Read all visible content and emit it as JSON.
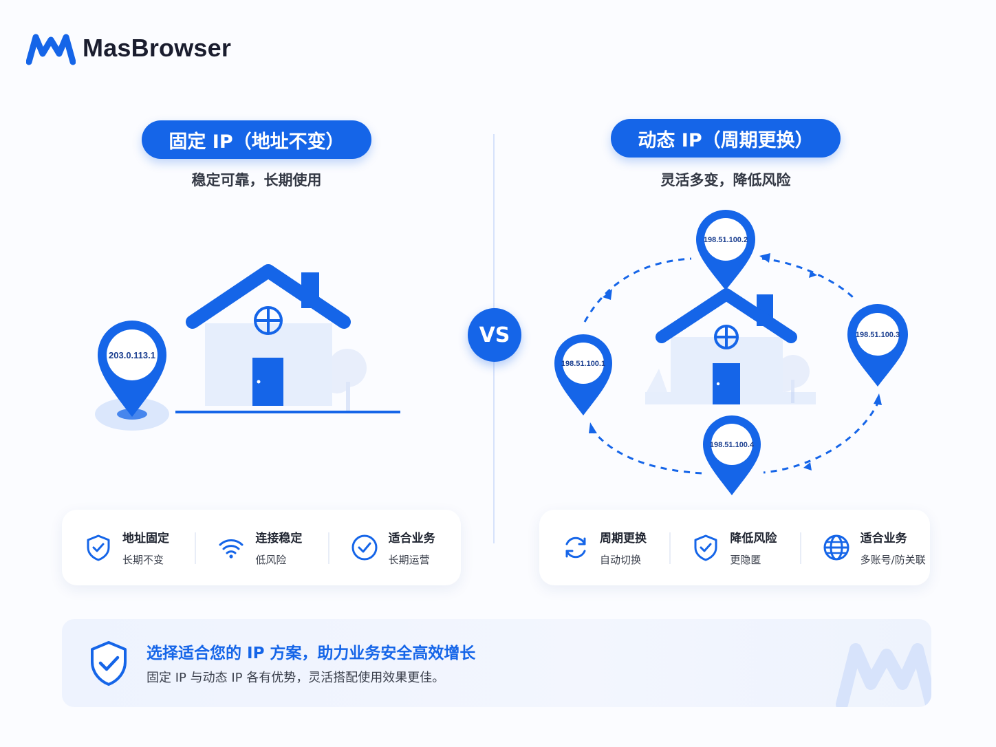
{
  "brand": {
    "name": "MasBrowser",
    "color": "#1565e8"
  },
  "left": {
    "pill": "固定 IP（地址不变）",
    "subtitle": "稳定可靠，长期使用",
    "ip": "203.0.113.1",
    "features": [
      {
        "icon": "shield-check-icon",
        "title": "地址固定",
        "sub": "长期不变"
      },
      {
        "icon": "wifi-icon",
        "title": "连接稳定",
        "sub": "低风险"
      },
      {
        "icon": "check-circle-icon",
        "title": "适合业务",
        "sub": "长期运营"
      }
    ]
  },
  "vs": "VS",
  "right": {
    "pill": "动态 IP（周期更换）",
    "subtitle": "灵活多变，降低风险",
    "ips": [
      "198.51.100.2",
      "198.51.100.1",
      "198.51.100.3",
      "198.51.100.4"
    ],
    "features": [
      {
        "icon": "refresh-icon",
        "title": "周期更换",
        "sub": "自动切换"
      },
      {
        "icon": "shield-check-icon",
        "title": "降低风险",
        "sub": "更隐匿"
      },
      {
        "icon": "globe-icon",
        "title": "适合业务",
        "sub": "多账号/防关联"
      }
    ]
  },
  "banner": {
    "title": "选择适合您的 IP 方案，助力业务安全高效增长",
    "sub": "固定 IP 与动态 IP 各有优势，灵活搭配使用效果更佳。"
  }
}
